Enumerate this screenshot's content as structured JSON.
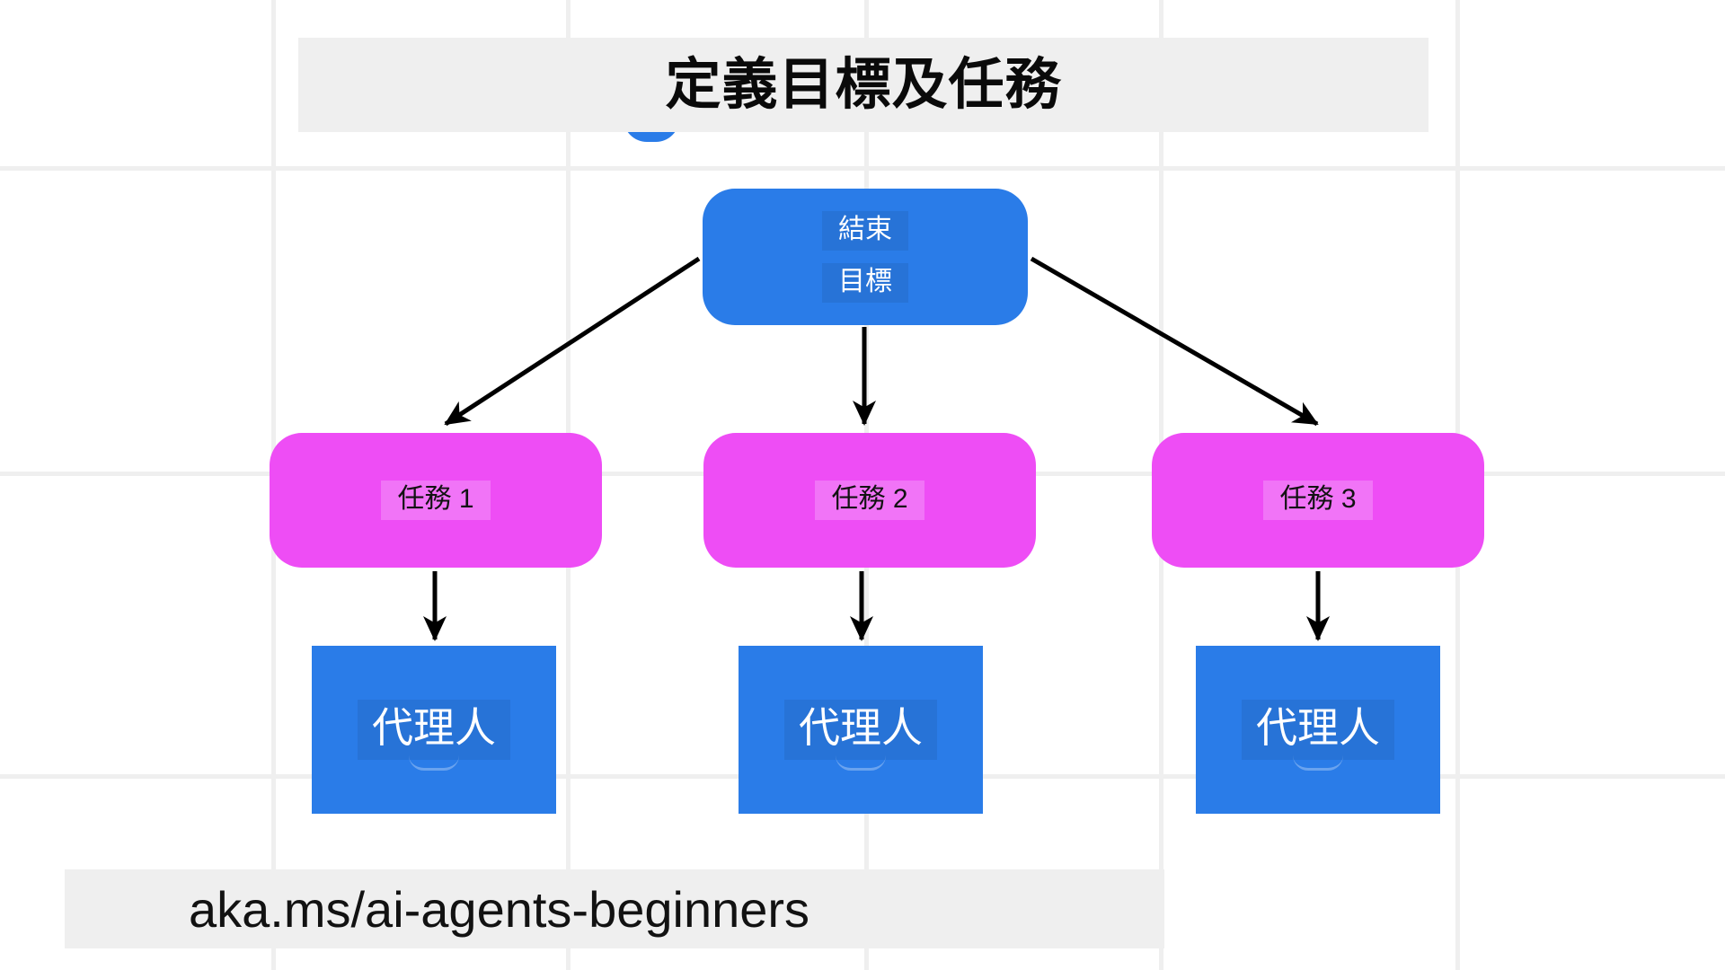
{
  "page": {
    "title": "定義目標及任務",
    "footer_url": "aka.ms/ai-agents-beginners",
    "background": "#ffffff",
    "grid_color": "#efefef",
    "band_color": "#efefef"
  },
  "palette": {
    "blue": "#2a7ce8",
    "magenta": "#ee4df5",
    "edge": "#000000",
    "text_light": "#ffffff",
    "text_dark": "#121212"
  },
  "diagram": {
    "type": "tree",
    "root": {
      "id": "goal",
      "line1": "結束",
      "line2": "目標",
      "shape": "rounded-rectangle",
      "fill": "#2a7ce8",
      "text_color": "#ffffff"
    },
    "tasks": [
      {
        "id": "task-1",
        "label": "任務 1",
        "shape": "rounded-rectangle",
        "fill": "#ee4df5",
        "text_color": "#121212"
      },
      {
        "id": "task-2",
        "label": "任務 2",
        "shape": "rounded-rectangle",
        "fill": "#ee4df5",
        "text_color": "#121212"
      },
      {
        "id": "task-3",
        "label": "任務 3",
        "shape": "rounded-rectangle",
        "fill": "#ee4df5",
        "text_color": "#121212"
      }
    ],
    "agents": [
      {
        "id": "agent-1",
        "label": "代理人",
        "shape": "rectangle",
        "fill": "#2a7ce8",
        "text_color": "#ffffff"
      },
      {
        "id": "agent-2",
        "label": "代理人",
        "shape": "rectangle",
        "fill": "#2a7ce8",
        "text_color": "#ffffff"
      },
      {
        "id": "agent-3",
        "label": "代理人",
        "shape": "rectangle",
        "fill": "#2a7ce8",
        "text_color": "#ffffff"
      }
    ],
    "edges": [
      {
        "from": "goal",
        "to": "task-1",
        "arrow": true
      },
      {
        "from": "goal",
        "to": "task-2",
        "arrow": true
      },
      {
        "from": "goal",
        "to": "task-3",
        "arrow": true
      },
      {
        "from": "task-1",
        "to": "agent-1",
        "arrow": true
      },
      {
        "from": "task-2",
        "to": "agent-2",
        "arrow": true
      },
      {
        "from": "task-3",
        "to": "agent-3",
        "arrow": true
      }
    ]
  },
  "grid": {
    "vertical_x": [
      302,
      630,
      962,
      1290,
      1620
    ],
    "horizontal_y": [
      185,
      525,
      862
    ]
  }
}
